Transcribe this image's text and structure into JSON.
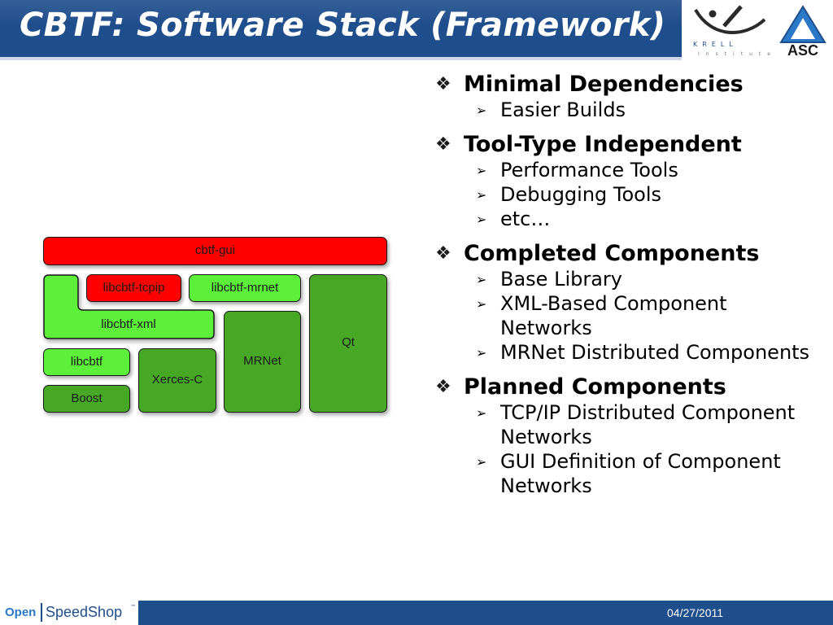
{
  "slide": {
    "title": "CBTF: Software Stack (Framework)"
  },
  "logos": {
    "krell_word": "KRELL",
    "krell_sub": "Institute",
    "asc_word": "ASC"
  },
  "diagram": {
    "blocks": {
      "cbtf_gui": "cbtf-gui",
      "libcbtf_tcpip": "libcbtf-tcpip",
      "libcbtf_mrnet": "libcbtf-mrnet",
      "libcbtf_xml": "libcbtf-xml",
      "libcbtf": "libcbtf",
      "boost": "Boost",
      "xerces": "Xerces-C",
      "mrnet": "MRNet",
      "qt": "Qt"
    }
  },
  "bullets": [
    {
      "heading": "Minimal Dependencies",
      "items": [
        "Easier Builds"
      ]
    },
    {
      "heading": "Tool-Type Independent",
      "items": [
        "Performance Tools",
        "Debugging Tools",
        "etc…"
      ]
    },
    {
      "heading": "Completed Components",
      "items": [
        "Base Library",
        "XML-Based Component Networks",
        "MRNet Distributed Components"
      ]
    },
    {
      "heading": "Planned Components",
      "items": [
        "TCP/IP Distributed Component Networks",
        "GUI Definition of Component Networks"
      ]
    }
  ],
  "footer": {
    "brand_open": "Open",
    "brand_speedshop": "SpeedShop",
    "trademark": "™",
    "date": "04/27/2011"
  },
  "colors": {
    "title_bar": "#1f4e8c",
    "red_block": "#ff0000",
    "light_green_block": "#5cf03a",
    "dark_green_block": "#47a826"
  }
}
